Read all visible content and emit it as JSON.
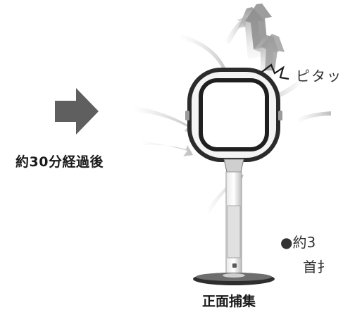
{
  "labels": {
    "after": "約30分経過後",
    "snap": "ピタッ",
    "front": "正面捕集",
    "bullet_line1": "●約3",
    "bullet_line2": "首扌"
  }
}
